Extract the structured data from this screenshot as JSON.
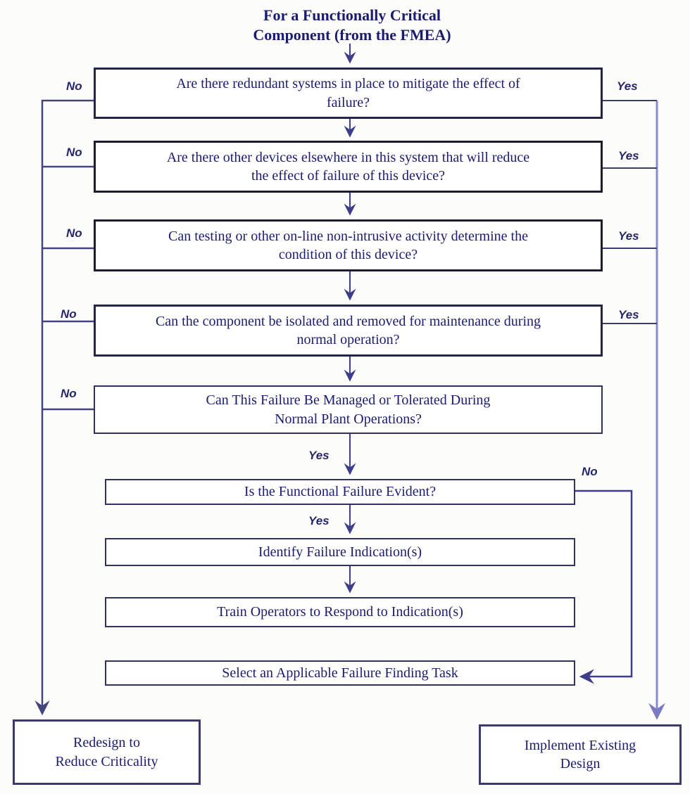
{
  "title": {
    "lines": [
      "For a Functionally Critical",
      "Component (from the FMEA)"
    ]
  },
  "colors": {
    "ink": "#1b1b70",
    "arrow_dark": "#3d3d8a",
    "rail_left": "#44447e",
    "rail_right_light": "#8a8ace",
    "box_border": "#242447",
    "background": "#fcfcfb"
  },
  "decisions": [
    {
      "id": "redundant-systems",
      "lines": [
        "Are there redundant systems in place to mitigate the effect of",
        "failure?"
      ],
      "no_label": "No",
      "yes_label": "Yes"
    },
    {
      "id": "other-devices",
      "lines": [
        "Are there other devices elsewhere in this system that will reduce",
        "the effect of failure of this device?"
      ],
      "no_label": "No",
      "yes_label": "Yes"
    },
    {
      "id": "online-testing",
      "lines": [
        "Can testing or other on-line non-intrusive activity determine the",
        "condition of this device?"
      ],
      "no_label": "No",
      "yes_label": "Yes"
    },
    {
      "id": "isolate-remove",
      "lines": [
        "Can the component be isolated and removed for maintenance during",
        "normal operation?"
      ],
      "no_label": "No",
      "yes_label": "Yes"
    },
    {
      "id": "managed-tolerated",
      "lines": [
        "Can This Failure Be Managed or Tolerated During",
        "Normal Plant Operations?"
      ],
      "no_label": "No",
      "yes_label": "Yes"
    },
    {
      "id": "failure-evident",
      "lines": [
        "Is the Functional Failure Evident?"
      ],
      "no_label": "No",
      "yes_label": "Yes"
    }
  ],
  "process_steps": [
    {
      "id": "identify-indications",
      "lines": [
        "Identify Failure Indication(s)"
      ]
    },
    {
      "id": "train-operators",
      "lines": [
        "Train Operators to Respond to Indication(s)"
      ]
    },
    {
      "id": "select-task",
      "lines": [
        "Select an Applicable Failure Finding Task"
      ]
    }
  ],
  "terminals": [
    {
      "id": "redesign",
      "lines": [
        "Redesign to",
        "Reduce Criticality"
      ]
    },
    {
      "id": "implement",
      "lines": [
        "Implement Existing",
        "Design"
      ]
    }
  ]
}
